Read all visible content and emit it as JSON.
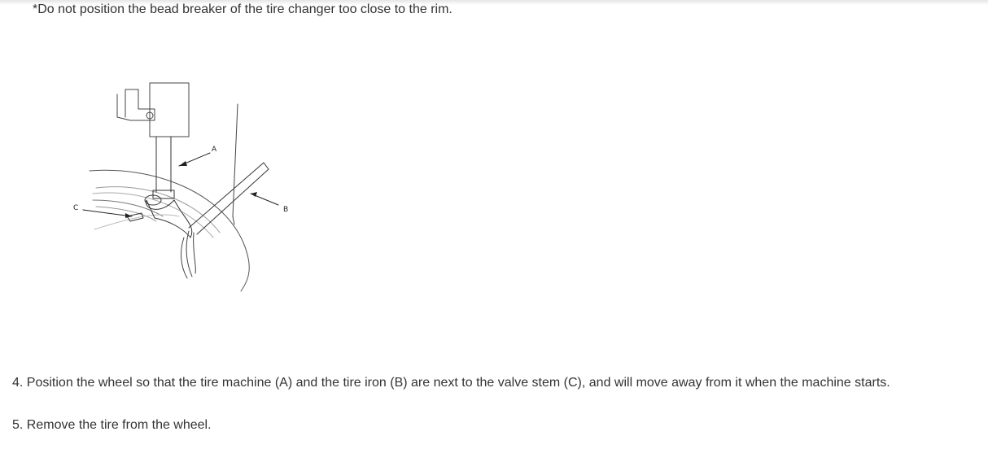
{
  "note": {
    "text": "*Do not position the bead breaker of the tire changer too close to the rim."
  },
  "figure": {
    "callouts": {
      "a": "A",
      "b": "B",
      "c": "C"
    }
  },
  "steps": [
    {
      "text": "4. Position the wheel so that the tire machine (A) and the tire iron (B) are next to the valve stem (C), and will move away from it when the machine starts."
    },
    {
      "text": "5. Remove the tire from the wheel."
    }
  ]
}
